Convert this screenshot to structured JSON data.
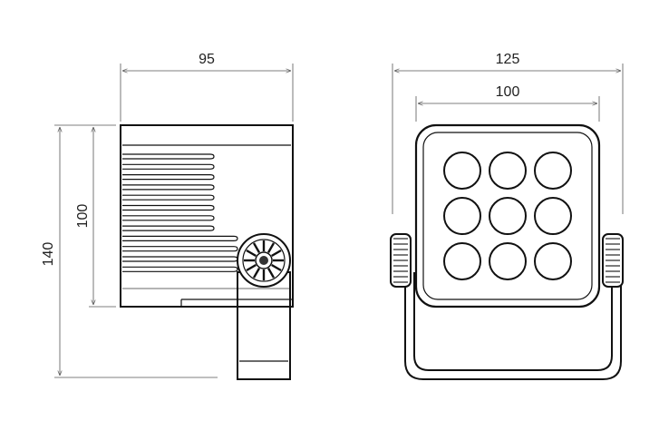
{
  "dimensions": {
    "side_width": "95",
    "side_inner_height": "100",
    "side_total_height": "140",
    "front_total_width": "125",
    "front_body_width": "100"
  },
  "front_view": {
    "led_rows": 3,
    "led_cols": 3
  },
  "colors": {
    "line": "#111111",
    "dimension_line": "#555555",
    "background": "#ffffff"
  }
}
